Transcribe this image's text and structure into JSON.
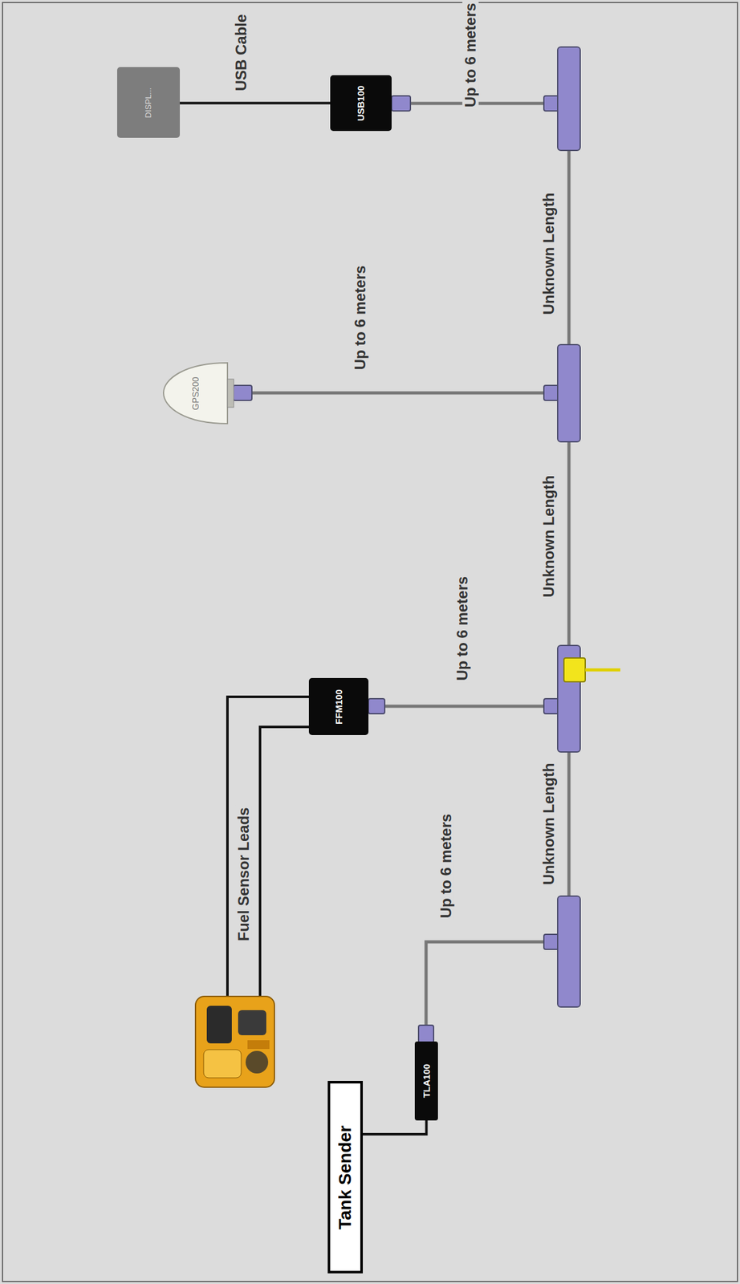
{
  "diagram": {
    "nodes": [
      {
        "text": [
          "DISPL..."
        ]
      },
      {
        "text": [
          "USB100"
        ]
      },
      {
        "text": [
          "GPS200"
        ]
      },
      {
        "text": [
          "FFM100"
        ]
      },
      {
        "text": [
          "TLA100"
        ]
      },
      {
        "text": [
          "Tank Sender"
        ]
      }
    ],
    "edges": [
      {
        "from": 0,
        "to": 1,
        "arrow": "none",
        "label": "USB Cable"
      },
      {
        "from": 5,
        "to": 4,
        "arrow": "none"
      }
    ],
    "labels": [
      "Up to 6 meters",
      "Up to 6 meters",
      "Up to 6 meters",
      "Up to 6 meters",
      "Unknown Length",
      "Unknown Length",
      "Unknown Length",
      "Fuel Sensor Leads"
    ]
  }
}
